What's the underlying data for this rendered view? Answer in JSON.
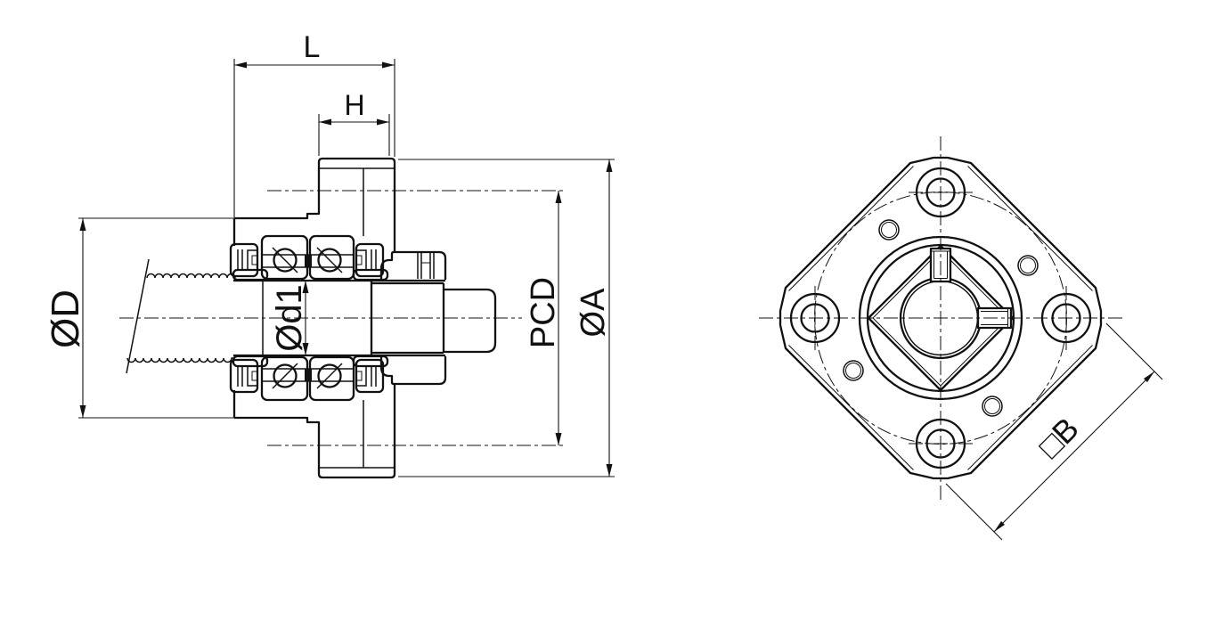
{
  "drawing": {
    "labels": {
      "overall_length": "L",
      "flange_offset": "H",
      "housing_diameter": "ØD",
      "shaft_diameter": "Ød1",
      "bolt_circle_diameter": "PCD",
      "flange_outer_diameter": "ØA",
      "flange_square_width": "□B"
    },
    "colors": {
      "line": "#111111",
      "background": "#ffffff"
    }
  }
}
